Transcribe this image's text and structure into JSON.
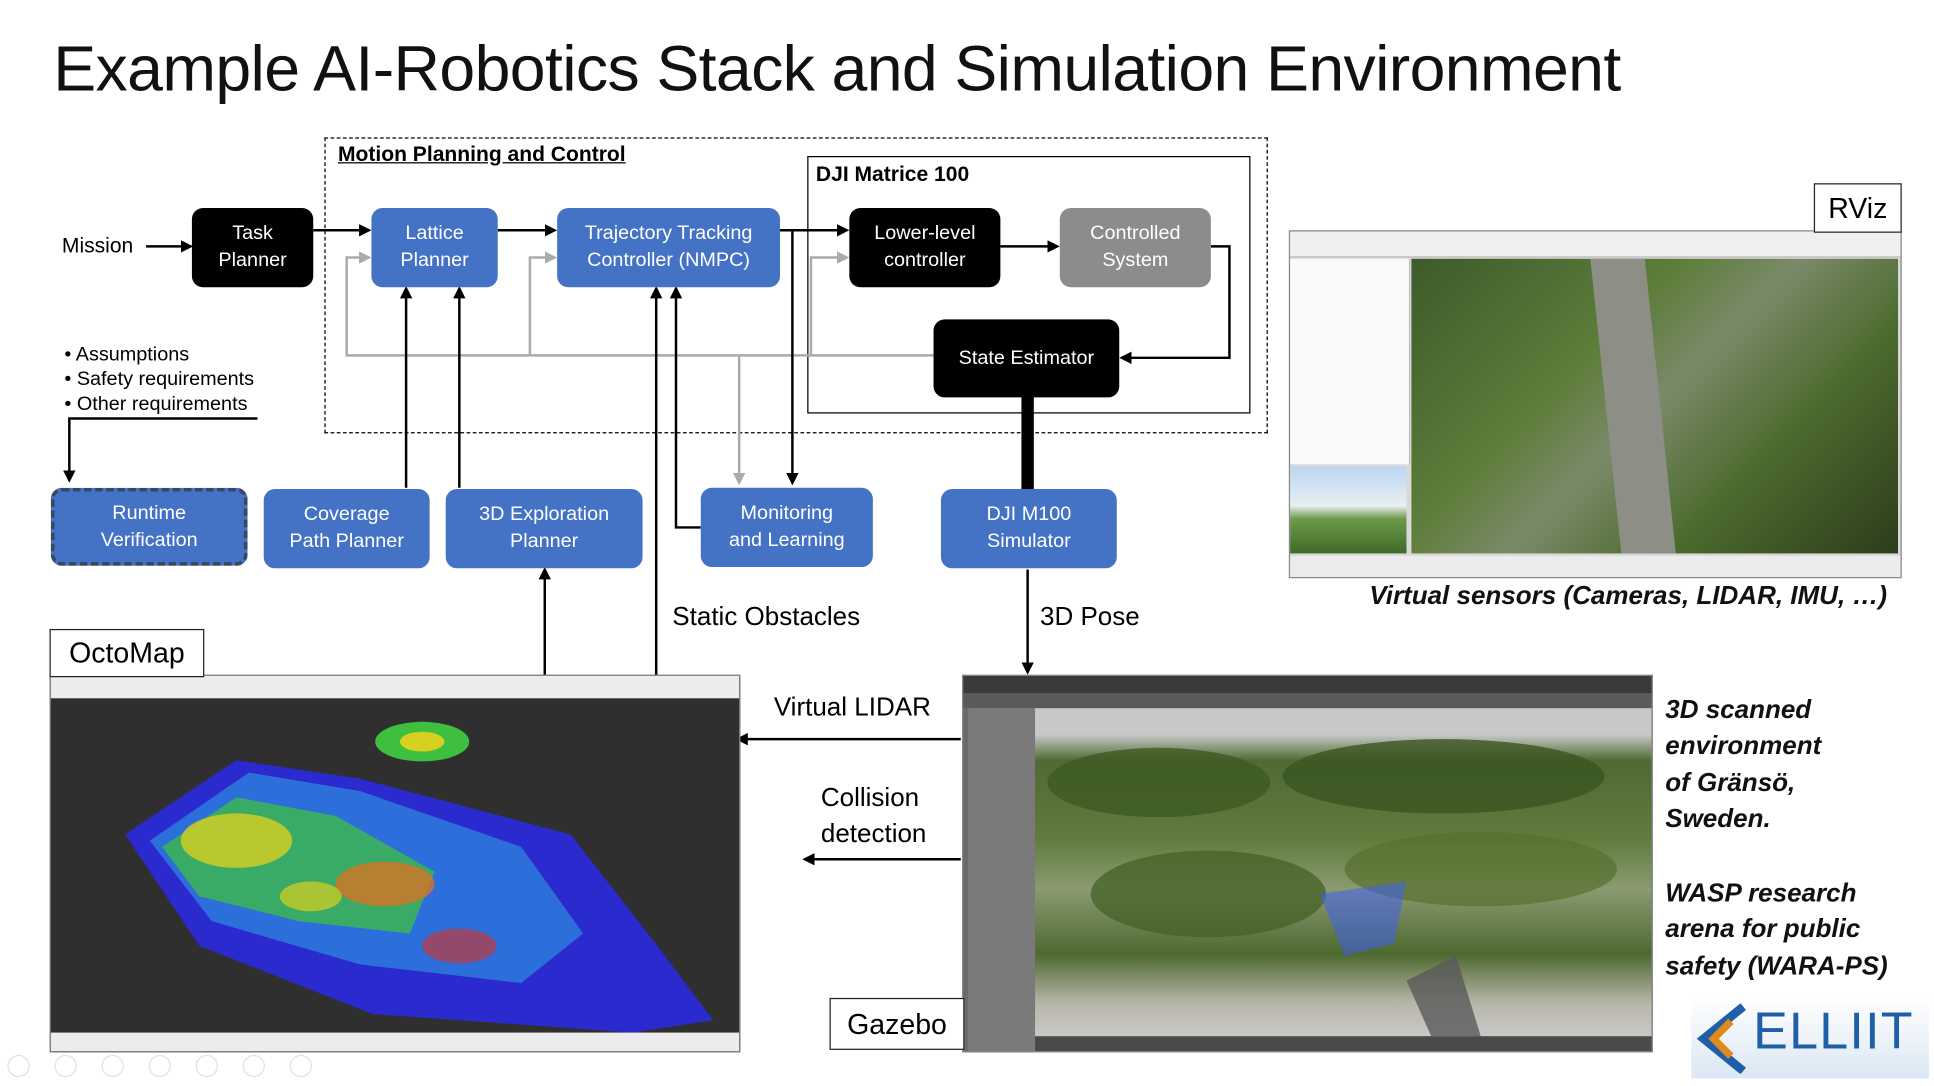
{
  "title": "Example AI-Robotics Stack and Simulation Environment",
  "groups": {
    "motion_planning": "Motion Planning and Control",
    "dji_matrice": "DJI Matrice 100"
  },
  "inputs": {
    "mission": "Mission",
    "requirements": [
      "Assumptions",
      "Safety requirements",
      "Other requirements"
    ]
  },
  "blocks": {
    "task_planner": "Task\nPlanner",
    "lattice_planner": "Lattice\nPlanner",
    "trajectory_controller": "Trajectory Tracking\nController (NMPC)",
    "lower_level_controller": "Lower-level\ncontroller",
    "controlled_system": "Controlled\nSystem",
    "state_estimator": "State Estimator",
    "runtime_verification": "Runtime\nVerification",
    "coverage_path_planner": "Coverage\nPath Planner",
    "exploration_planner": "3D Exploration\nPlanner",
    "monitoring_learning": "Monitoring\nand Learning",
    "dji_simulator": "DJI M100\nSimulator"
  },
  "edge_labels": {
    "static_obstacles": "Static Obstacles",
    "pose_3d": "3D Pose",
    "virtual_lidar": "Virtual LIDAR",
    "collision_detection": "Collision\ndetection"
  },
  "panels": {
    "rviz": "RViz",
    "octomap": "OctoMap",
    "gazebo": "Gazebo"
  },
  "captions": {
    "virtual_sensors": "Virtual sensors (Cameras, LIDAR, IMU, …)",
    "scanned_env": "3D scanned\nenvironment\nof Gränsö,\nSweden.",
    "wara": "WASP research\narena for public\nsafety (WARA-PS)"
  },
  "logo": "ELLIIT",
  "colors": {
    "block_blue": "#4472c4",
    "block_black": "#000000",
    "block_gray": "#8c8c8c",
    "connector_gray": "#aaaaaa",
    "logo_blue": "#1f5fa8",
    "logo_orange": "#e08a1e"
  }
}
